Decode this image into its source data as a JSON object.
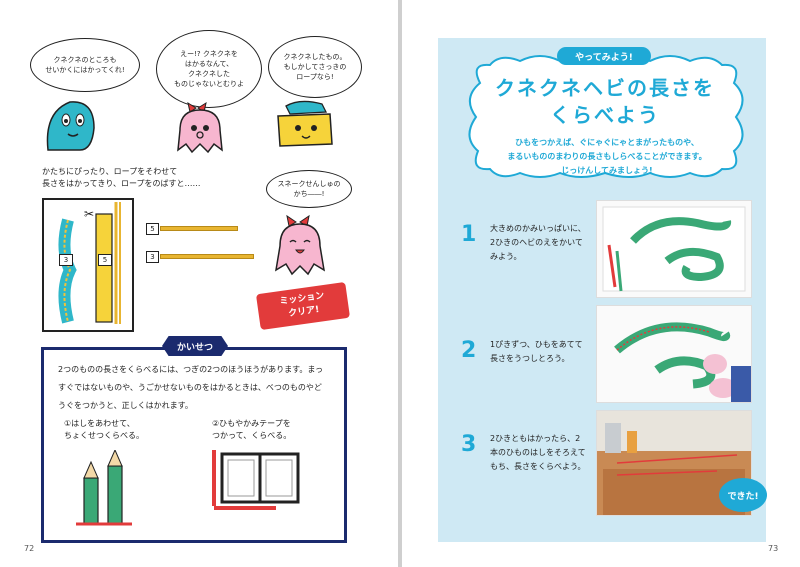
{
  "left_page": {
    "page_number": "72",
    "bubbles": [
      "クネクネのところも\nせいかくにはかってくれ!",
      "えー!? クネクネを\nはかるなんて、\nクネクネした\nものじゃないとむりよ",
      "クネクネしたもの。\nもしかしてさっきの\nロープなら!"
    ],
    "caption": "かたちにぴったり、ロープをそわせて\n長さをはかってきり、ロープをのばすと……",
    "bubble_small": "スネークせんしゅの\nかち――!",
    "rope_labels": [
      "5",
      "3"
    ],
    "tag_labels": [
      "3",
      "5"
    ],
    "mission": "ミッション\nクリア!",
    "kaisetsu": {
      "tag": "かいせつ",
      "text": "2つのものの長さをくらべるには、つぎの2つのほうほうがあります。まっすぐではないものや、うごかせないものをはかるときは、べつのものやどうぐをつかうと、正しくはかれます。",
      "method1": "①はしをあわせて、\nちょくせつくらべる。",
      "method2": "②ひもやかみテープを\nつかって、くらべる。"
    }
  },
  "right_page": {
    "page_number": "73",
    "tag": "やってみよう!",
    "title_line1": "クネクネヘビの長さを",
    "title_line2": "くらべよう",
    "intro": "ひもをつかえば、ぐにゃぐにゃとまがったものや、\nまるいもののまわりの長さもしらべることができます。\nじっけんしてみましょう!",
    "steps": [
      {
        "num": "1",
        "text": "大きめのかみいっぱいに、2ひきのヘビのえをかいてみよう。"
      },
      {
        "num": "2",
        "text": "1ぴきずつ、ひもをあてて長さをうつしとろう。"
      },
      {
        "num": "3",
        "text": "2ひきともはかったら、2本のひものはしをそろえてもち、長さをくらべよう。"
      }
    ],
    "done": "できた!"
  },
  "colors": {
    "accent": "#1fa9d6",
    "navy": "#1b2a6e",
    "panel": "#cfe9f4",
    "red": "#e23b3b",
    "snake": "#3aa876"
  }
}
